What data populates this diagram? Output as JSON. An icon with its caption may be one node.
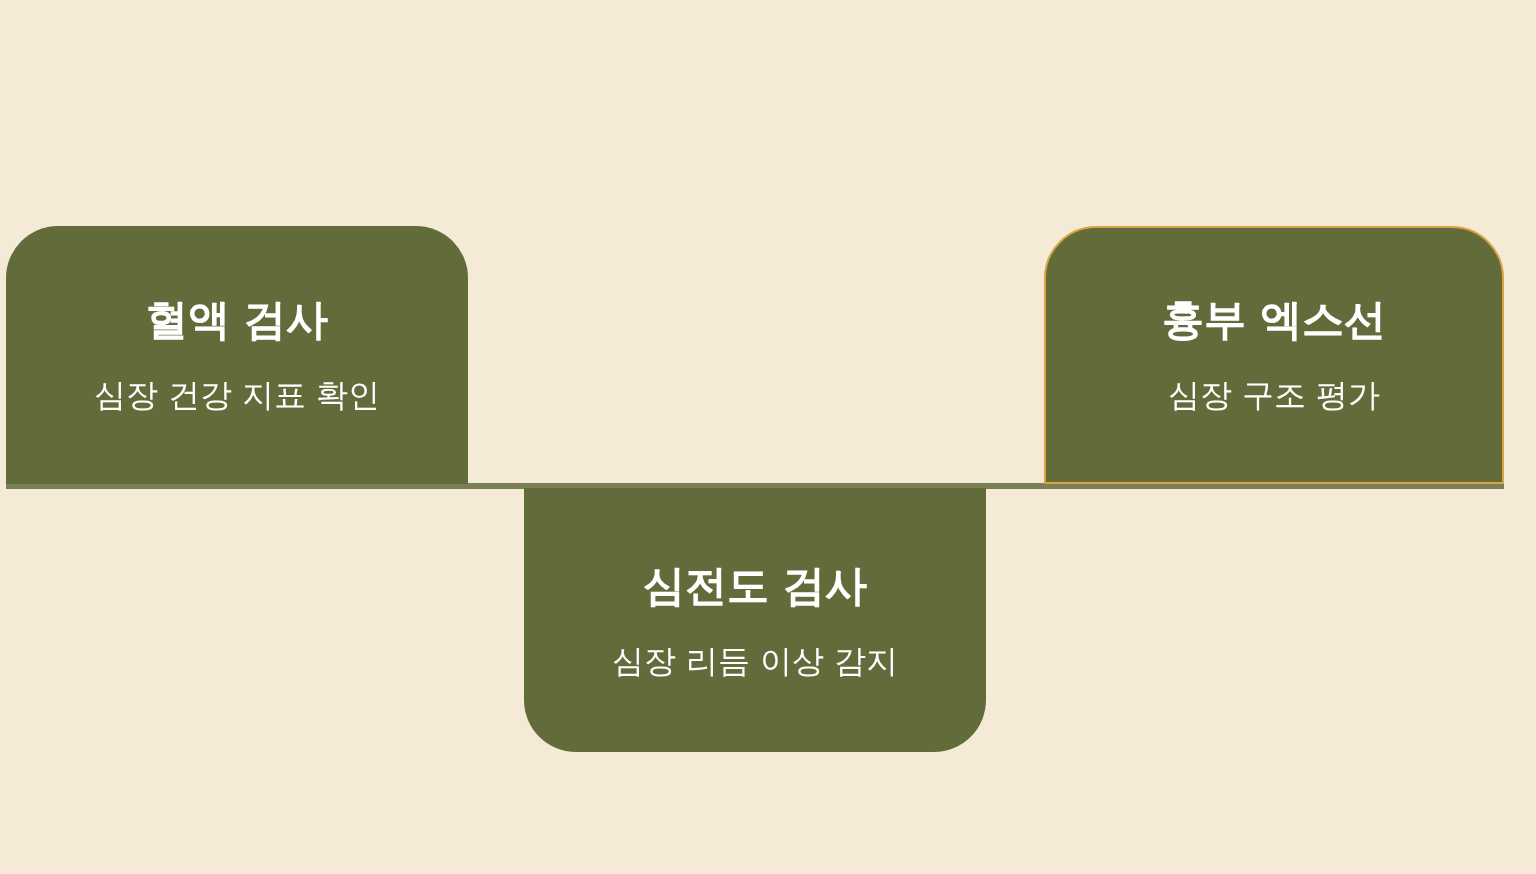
{
  "diagram": {
    "nodes": [
      {
        "text": [
          "혈액 검사",
          "심장 건강 지표 확인"
        ]
      },
      {
        "text": [
          "심전도 검사",
          "심장 리듬 이상 감지"
        ]
      },
      {
        "text": [
          "흉부 엑스선",
          "심장 구조 평가"
        ]
      }
    ]
  }
}
